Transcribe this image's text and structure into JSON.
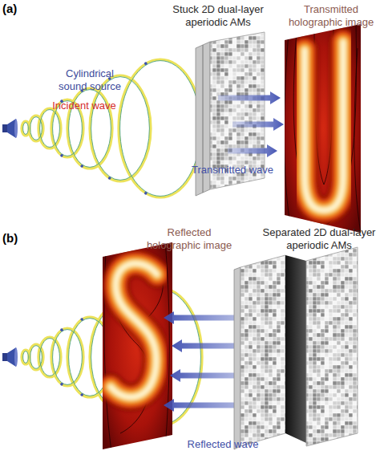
{
  "diagram": {
    "labels": [
      "(a)",
      "Stuck 2D dual-layer aperiodic AMs",
      "Transmitted holographic image",
      "Cylindrical sound source",
      "Incident wave",
      "Transmitted wave",
      "(b)",
      "Reflected holographic image",
      "Separated 2D dual-layer aperiodic AMs",
      "Reflected wave"
    ]
  }
}
